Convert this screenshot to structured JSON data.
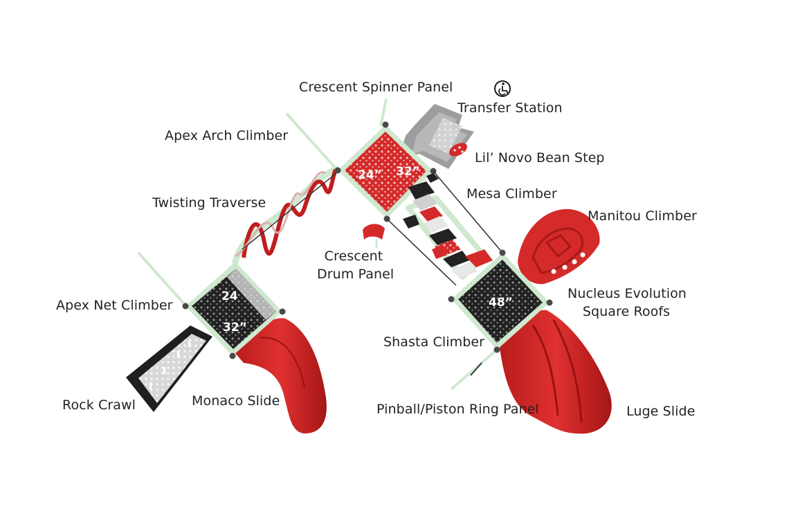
{
  "labels": {
    "crescent_spinner_panel": "Crescent Spinner Panel",
    "transfer_station": "Transfer Station",
    "apex_arch_climber": "Apex Arch Climber",
    "lil_novo_bean_step": "Lil’ Novo Bean Step",
    "twisting_traverse": "Twisting Traverse",
    "mesa_climber": "Mesa Climber",
    "manitou_climber": "Manitou Climber",
    "crescent_drum_panel_line1": "Crescent",
    "crescent_drum_panel_line2": "Drum Panel",
    "nucleus_line1": "Nucleus Evolution",
    "nucleus_line2": "Square Roofs",
    "apex_net_climber": "Apex Net Climber",
    "shasta_climber": "Shasta Climber",
    "rock_crawl": "Rock Crawl",
    "monaco_slide": "Monaco Slide",
    "pinball_piston": "Pinball/Piston Ring Panel",
    "luge_slide": "Luge Slide"
  },
  "decks": {
    "top_left": "24”",
    "top_right": "32”",
    "left_top": "24",
    "left_bottom": "32”",
    "right": "48”"
  },
  "icons": {
    "accessibility": "wheelchair-icon"
  },
  "colors": {
    "red": "#d42a2a",
    "dark_red": "#a81818",
    "black": "#1e1e1e",
    "mint": "#cfe8cf",
    "mint_edge": "#9fd3a8",
    "post": "#4a4a4a",
    "gray": "#a9a9a9",
    "text": "#222222"
  }
}
